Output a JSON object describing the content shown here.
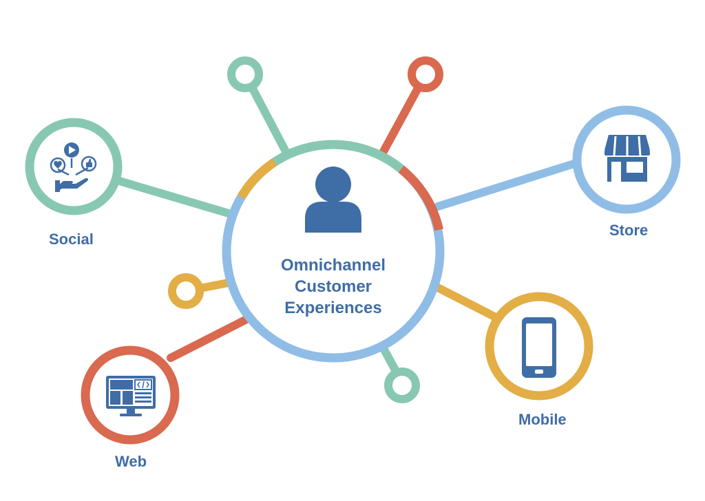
{
  "center": {
    "title_lines": [
      "Omnichannel",
      "Customer",
      "Experiences"
    ],
    "icon": "user-icon"
  },
  "channels": [
    {
      "id": "social",
      "label": "Social",
      "icon": "social-engagement-icon",
      "color": "#88c8b2"
    },
    {
      "id": "store",
      "label": "Store",
      "icon": "storefront-icon",
      "color": "#8fbde6"
    },
    {
      "id": "web",
      "label": "Web",
      "icon": "web-monitor-icon",
      "color": "#d9694f"
    },
    {
      "id": "mobile",
      "label": "Mobile",
      "icon": "smartphone-icon",
      "color": "#e2ae45"
    }
  ],
  "colors": {
    "text": "#3f6da6",
    "icon": "#3f6da6",
    "teal": "#88c8b2",
    "orange": "#d9694f",
    "yellow": "#e2ae45",
    "blue": "#8fbde6"
  }
}
